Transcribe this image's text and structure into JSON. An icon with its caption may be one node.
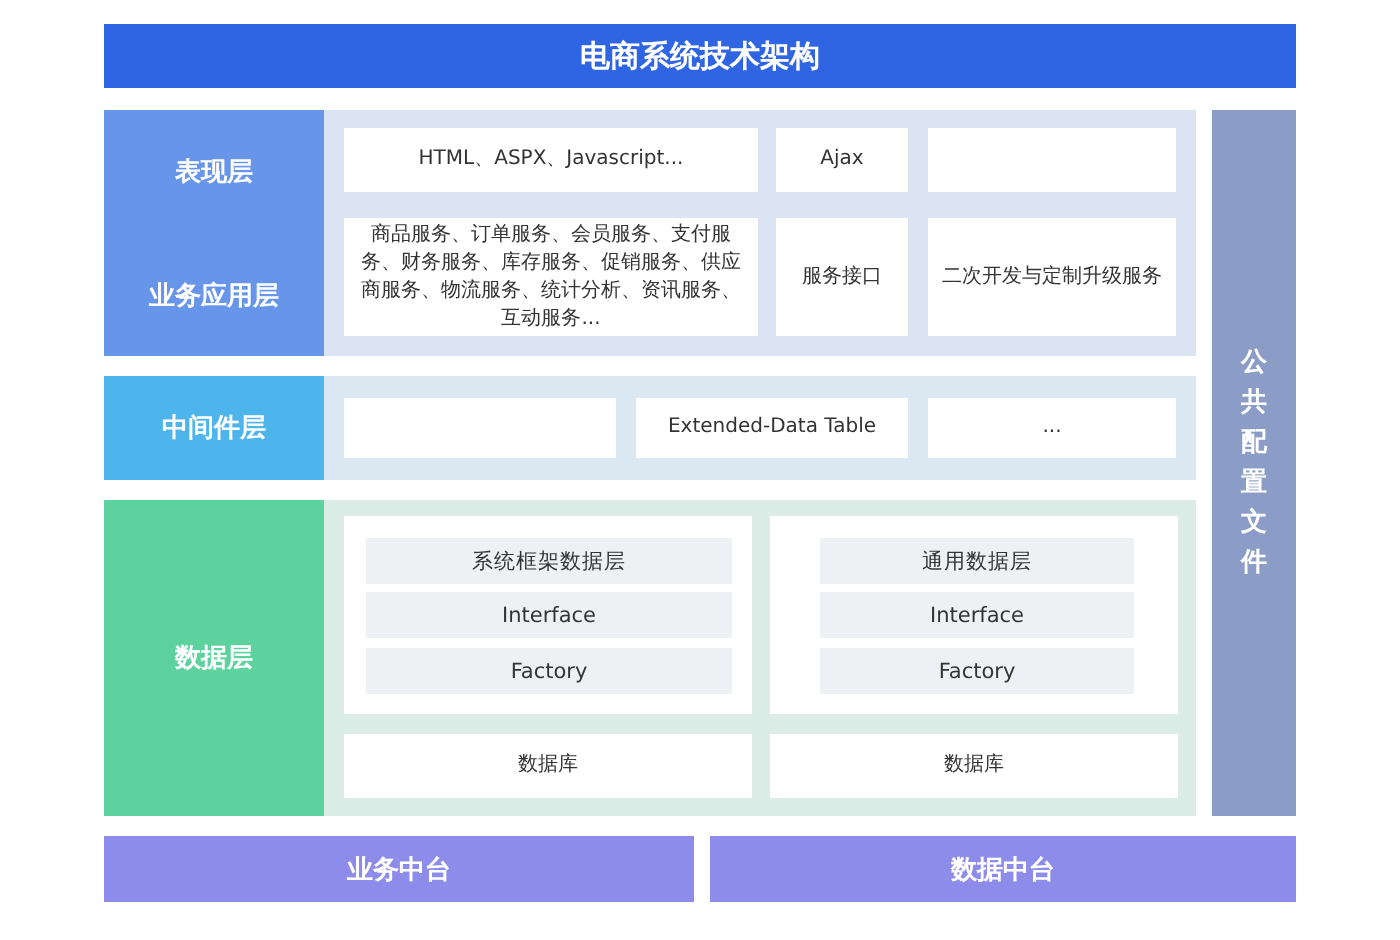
{
  "diagram": {
    "title": "电商系统技术架构",
    "nodes": [
      {
        "text": [
          "表现层"
        ]
      },
      {
        "text": [
          "HTML、ASPX、Javascript..."
        ]
      },
      {
        "text": [
          "Ajax"
        ]
      },
      {
        "text": [],
        "shape": "box"
      },
      {
        "text": [
          "业务应用层"
        ]
      },
      {
        "text": [
          "商品服务、订单服务、会员服务、支付服务、财务服务、库存服务、促销服务、供应商服务、物流服务、统计分析、资讯服务、互动服务..."
        ]
      },
      {
        "text": [
          "服务接口"
        ]
      },
      {
        "text": [
          "二次开发与定制升级服务"
        ]
      },
      {
        "text": [
          "中间件层"
        ]
      },
      {
        "text": [],
        "shape": "box"
      },
      {
        "text": [
          "Extended-Data Table"
        ]
      },
      {
        "text": [
          "..."
        ]
      },
      {
        "text": [
          "数据层"
        ]
      },
      {
        "text": [],
        "shape": "box"
      },
      {
        "text": [
          "系统框架数据层"
        ],
        "in": 13
      },
      {
        "text": [
          "Interface"
        ],
        "in": 13
      },
      {
        "text": [
          "Factory"
        ],
        "in": 13
      },
      {
        "text": [],
        "shape": "box"
      },
      {
        "text": [
          "通用数据层"
        ],
        "in": 17
      },
      {
        "text": [
          "Interface"
        ],
        "in": 17
      },
      {
        "text": [
          "Factory"
        ],
        "in": 17
      },
      {
        "text": [
          "数据库"
        ]
      },
      {
        "text": [
          "数据库"
        ]
      },
      {
        "text": [
          "公共配置文件"
        ]
      },
      {
        "text": [
          "业务中台"
        ]
      },
      {
        "text": [
          "数据中台"
        ]
      }
    ]
  }
}
